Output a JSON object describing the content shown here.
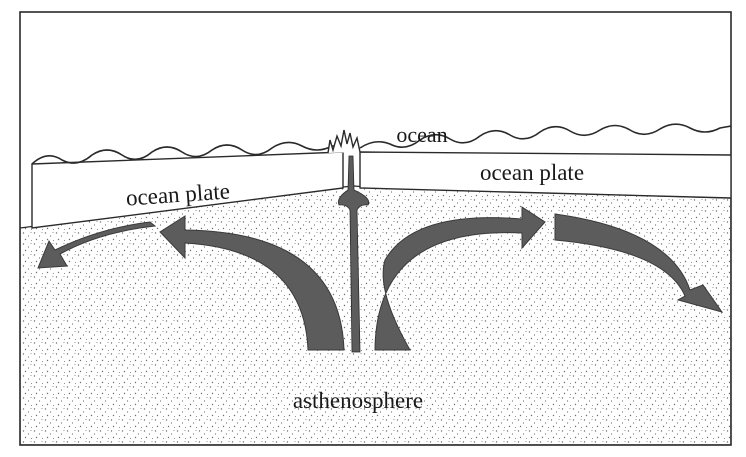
{
  "labels": {
    "ocean": "ocean",
    "left_plate": "ocean plate",
    "right_plate": "ocean plate",
    "asthenosphere": "asthenosphere"
  },
  "colors": {
    "ink": "#2a2a2a",
    "arrow": "#5c5c5c",
    "stipple": "#6e6e6e",
    "paper": "#ffffff"
  }
}
